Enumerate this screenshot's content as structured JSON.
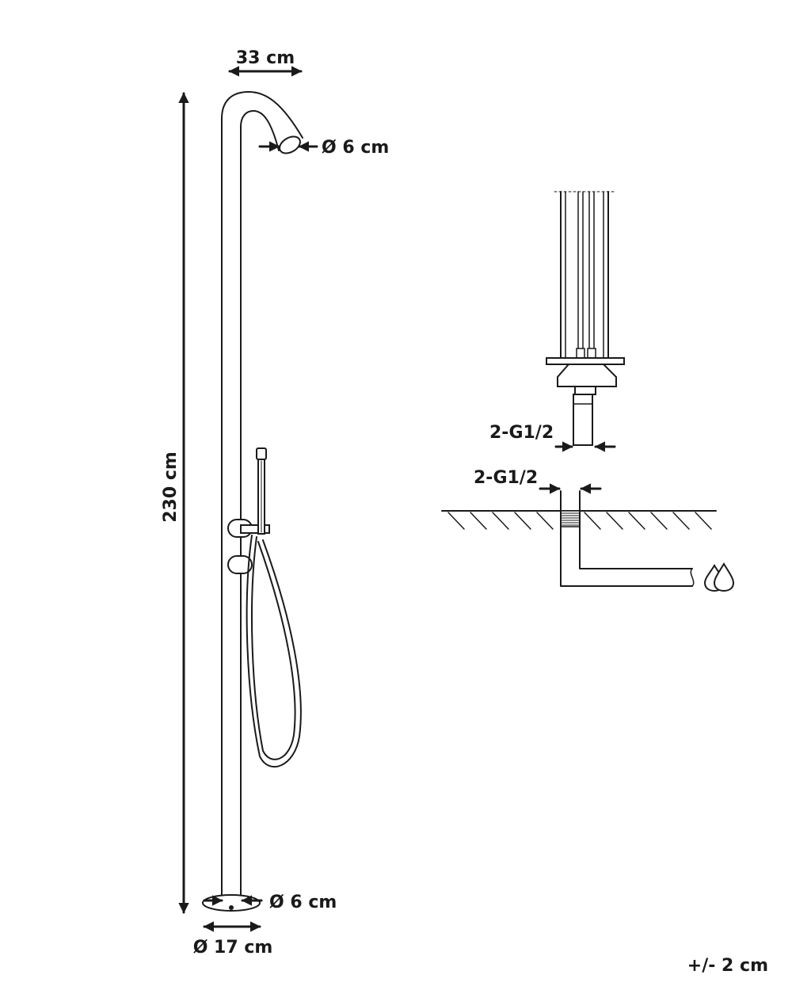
{
  "dimensions": {
    "spout_length": "33 cm",
    "head_diameter": "Ø 6 cm",
    "total_height": "230 cm",
    "pipe_diameter": "Ø 6 cm",
    "base_diameter": "Ø 17 cm",
    "connection_upper": "2-G1/2",
    "connection_lower": "2-G1/2",
    "tolerance": "+/- 2 cm"
  },
  "icons": {
    "water": "water-drops-icon",
    "arrow": "arrowhead-icon"
  },
  "colors": {
    "line": "#1a1a1a",
    "background": "#ffffff"
  }
}
